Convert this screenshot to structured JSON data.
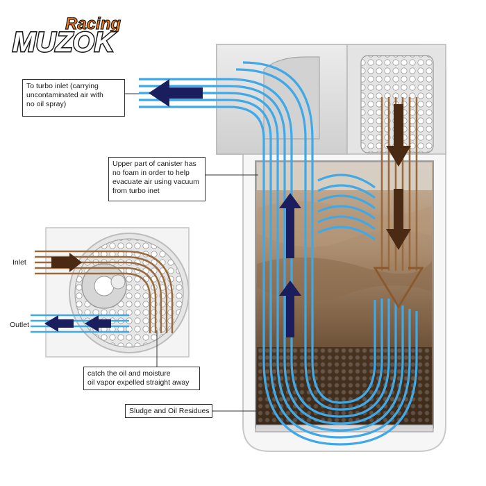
{
  "logo": {
    "top_text": "Racing",
    "main_text": "MUZOK",
    "text_color": "#f07d1f",
    "main_color": "#ffffff",
    "outline_color": "#1a1a1a"
  },
  "callouts": {
    "turbo_inlet": "To turbo inlet (carrying\nuncontaminated air with\nno oil spray)",
    "upper_part": "Upper part of canister has\nno foam in order to help\nevacuate air using vacuum\nfrom turbo inet",
    "catch_oil": "catch the oil and moisture\noil vapor expelled straight away",
    "sludge": "Sludge and Oil Residues"
  },
  "labels": {
    "inlet": "Inlet",
    "outlet": "Outlet"
  },
  "colors": {
    "clean_air": "#3fa9e8",
    "dirty_air": "#7a4a25",
    "arrow_dark": "#1a1d5e",
    "oil_dark": "#4a2a12"
  },
  "icons": {
    "flow_arrow_clean": "arrow-left-navy",
    "flow_arrow_up": "arrow-up-navy",
    "flow_arrow_down": "arrow-down-brown"
  }
}
